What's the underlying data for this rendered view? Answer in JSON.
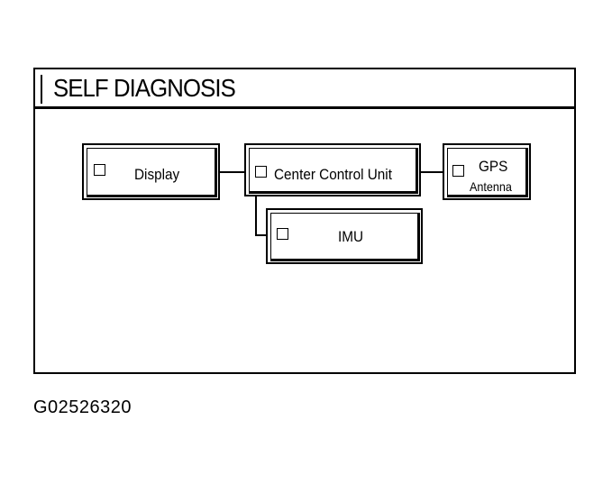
{
  "screen": {
    "title": "SELF DIAGNOSIS"
  },
  "nodes": {
    "display": {
      "label": "Display"
    },
    "center_control_unit": {
      "label": "Center Control Unit"
    },
    "gps_antenna": {
      "label_line1": "GPS",
      "label_line2": "Antenna"
    },
    "imu": {
      "label": "IMU"
    }
  },
  "figure_id": "G02526320"
}
